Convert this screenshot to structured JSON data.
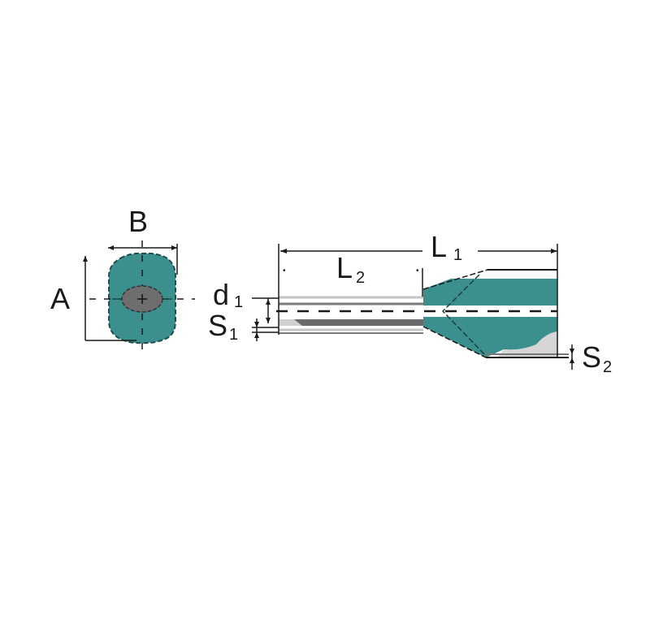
{
  "diagram": {
    "type": "technical-drawing",
    "subject": "twin wire end ferrule (insulated)",
    "colors": {
      "insulation": "#3b8f8c",
      "insulation_dark": "#2c6e6b",
      "core": "#6e6e6e",
      "sleeve_light": "#d8d8d8",
      "sleeve_dark": "#6a6a6a",
      "line": "#1a1a1a",
      "background": "#ffffff"
    },
    "front_view": {
      "labels": {
        "width": "B",
        "height": "A"
      }
    },
    "side_view": {
      "labels": {
        "overall_length_main": "L",
        "overall_length_sub": "1",
        "sleeve_length_main": "L",
        "sleeve_length_sub": "2",
        "inner_diameter_main": "d",
        "inner_diameter_sub": "1",
        "sleeve_thickness_main": "S",
        "sleeve_thickness_sub": "1",
        "collar_thickness_main": "S",
        "collar_thickness_sub": "2"
      }
    }
  }
}
